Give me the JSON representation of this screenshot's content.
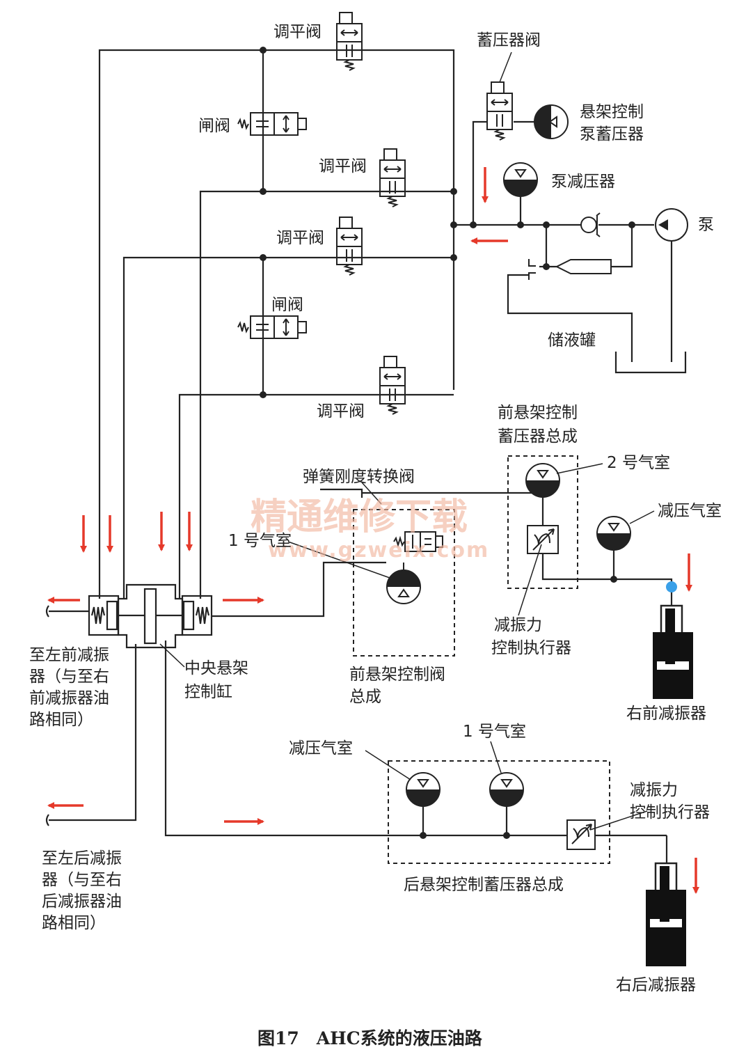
{
  "colors": {
    "line": "#222222",
    "arrow": "#e5392a",
    "watermark": "#f2b7a0",
    "highlight": "#3aa0e8"
  },
  "labels": {
    "leveling_valve_1": "调平阀",
    "gate_valve_1": "闸阀",
    "leveling_valve_2": "调平阀",
    "leveling_valve_3": "调平阀",
    "gate_valve_2": "闸阀",
    "leveling_valve_4": "调平阀",
    "accumulator_valve": "蓄压器阀",
    "pump_accumulator_l1": "悬架控制",
    "pump_accumulator_l2": "泵蓄压器",
    "pump_damper": "泵减压器",
    "pump": "泵",
    "reservoir": "储液罐",
    "front_acc_assembly_l1": "前悬架控制",
    "front_acc_assembly_l2": "蓄压器总成",
    "chamber_2": "2 号气室",
    "spring_rate_valve": "弹簧刚度转换阀",
    "chamber_1_front": "1 号气室",
    "decompression_chamber_front": "减压气室",
    "damping_actuator_front_l1": "减振力",
    "damping_actuator_front_l2": "控制执行器",
    "front_control_valve_l1": "前悬架控制阀",
    "front_control_valve_l2": "总成",
    "right_front_shock": "右前减振器",
    "central_cylinder_l1": "中央悬架",
    "central_cylinder_l2": "控制缸",
    "to_left_front_l1": "至左前减振",
    "to_left_front_l2": "器（与至右",
    "to_left_front_l3": "前减振器油",
    "to_left_front_l4": "路相同）",
    "decompression_chamber_rear": "减压气室",
    "chamber_1_rear": "1 号气室",
    "damping_actuator_rear_l1": "减振力",
    "damping_actuator_rear_l2": "控制执行器",
    "rear_acc_assembly": "后悬架控制蓄压器总成",
    "to_left_rear_l1": "至左后减振",
    "to_left_rear_l2": "器（与至右",
    "to_left_rear_l3": "后减振器油",
    "to_left_rear_l4": "路相同）",
    "right_rear_shock": "右后减振器"
  },
  "caption": "图17　AHC系统的液压油路",
  "watermark": {
    "line1": "精通维修下载",
    "line2": "www.gzweix.com"
  }
}
